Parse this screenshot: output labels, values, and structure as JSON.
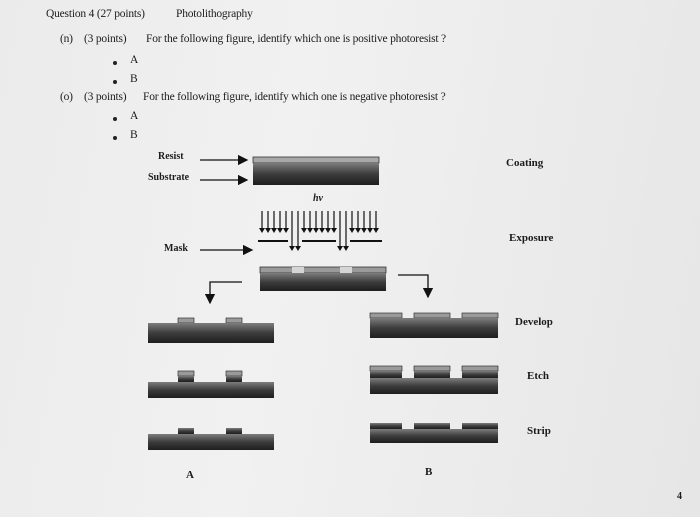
{
  "header": {
    "question": "Question 4 (27 points)",
    "topic": "Photolithography"
  },
  "part_n": {
    "label": "(n)",
    "points": "(3 points)",
    "question": "For the following figure, identify which one is positive photoresist ?",
    "options": [
      "A",
      "B"
    ]
  },
  "part_o": {
    "label": "(o)",
    "points": "(3 points)",
    "question": "For the following figure, identify which one is negative photoresist ?",
    "options": [
      "A",
      "B"
    ]
  },
  "figure": {
    "resist_label": "Resist",
    "substrate_label": "Substrate",
    "hv_label": "hν",
    "mask_label": "Mask",
    "steps": [
      "Coating",
      "Exposure",
      "Develop",
      "Etch",
      "Strip"
    ],
    "column_labels": [
      "A",
      "B"
    ]
  },
  "page_number": "4"
}
